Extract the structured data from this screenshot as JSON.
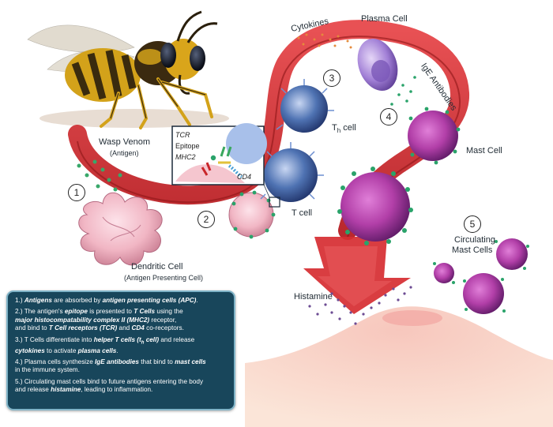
{
  "labels": {
    "wasp_venom": "Wasp Venom",
    "antigen": "(Antigen)",
    "cytokines": "Cytokines",
    "plasma_cell": "Plasma Cell",
    "ige_antibodies": "IgE Antibodies",
    "th_cell_prefix": "T",
    "th_cell_sub": "h",
    "th_cell_suffix": " cell",
    "t_cell": "T cell",
    "mast_cell": "Mast Cell",
    "dendritic_cell": "Dendritic Cell",
    "apc": "(Antigen Presenting Cell)",
    "histamine": "Histamine",
    "circulating_1": "Circulating",
    "circulating_2": "Mast Cells"
  },
  "inset": {
    "tcr": "TCR",
    "epitope": "Epitope",
    "mhc2": "MHC2",
    "cd4": "CD4"
  },
  "step_numbers": [
    "1",
    "2",
    "3",
    "4",
    "5"
  ],
  "steps": {
    "s1": {
      "n": "1.)",
      "t1": "Antigens",
      "t2": " are absorbed by ",
      "t3": "antigen presenting cells (APC)",
      "t4": "."
    },
    "s2": {
      "n": "2.)",
      "t1": " The antigen's ",
      "t2": "epitope",
      "t3": " is presented to ",
      "t4": "T Cells",
      "t5": " using the",
      "t6": "major histocompatability complex II (MHC2)",
      "t7": " receptor,",
      "t8": "and bind to ",
      "t9": "T Cell receptors (TCR)",
      "t10": " and ",
      "t11": "CD4",
      "t12": " co-receptors."
    },
    "s3": {
      "n": "3.)",
      "t1": " T Cells differentiate into ",
      "t2": "helper T cells (t",
      "t2sub": "h",
      "t3": " cell)",
      "t4": " and release",
      "t5": "cytokines",
      "t6": " to activate ",
      "t7": "plasma cells",
      "t8": "."
    },
    "s4": {
      "n": "4.)",
      "t1": " Plasma cells synthesize ",
      "t2": "IgE antibodies",
      "t3": " that bind to ",
      "t4": "mast cells",
      "t5": "in the immune system."
    },
    "s5": {
      "n": "5.)",
      "t1": " Circulating mast cells bind to future antigens entering the body",
      "t2": "and release ",
      "t3": "histamine",
      "t4": ", leading to inflammation."
    }
  },
  "colors": {
    "arrow_red": "#c9262a",
    "arrow_dark": "#8e1518",
    "panel_bg": "#18465b",
    "panel_border": "#7fb3c7",
    "mast_cell": "#b23fa8",
    "t_cell": "#4f73b3",
    "dendritic": "#f1b6c4",
    "antibody_green": "#2aa36a",
    "skin": "#f3c9b0"
  }
}
